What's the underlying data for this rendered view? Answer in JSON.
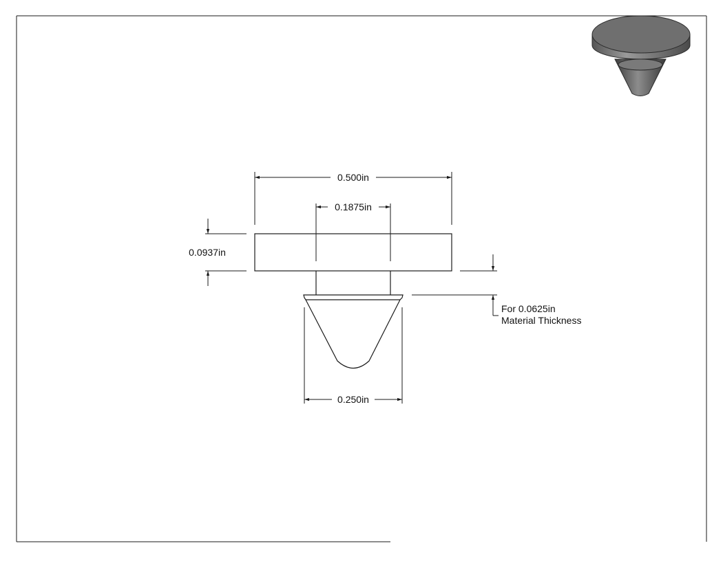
{
  "drawing": {
    "dimensions": {
      "overall_width": "0.500in",
      "shank_width": "0.1875in",
      "head_thickness": "0.0937in",
      "tip_width": "0.250in"
    },
    "note": {
      "line1": "For 0.0625in",
      "line2": "Material Thickness"
    }
  },
  "colors": {
    "line": "#1a1a1a",
    "iso_top": "#6f6f6f",
    "iso_side": "#8a8a8a",
    "iso_cone": "#5c5c5c"
  }
}
